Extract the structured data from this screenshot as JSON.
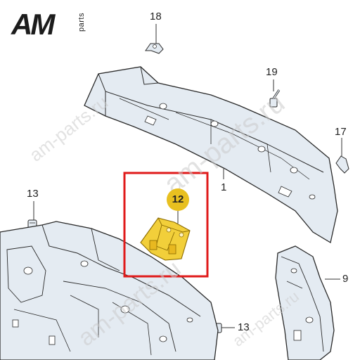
{
  "logo": {
    "brand": "AM",
    "suffix": "parts"
  },
  "callouts": {
    "c1": "1",
    "c9": "9",
    "c12": "12",
    "c13a": "13",
    "c13b": "13",
    "c17": "17",
    "c18": "18",
    "c19": "19"
  },
  "watermarks": {
    "w1": "am-parts.ru",
    "w2": "am-parts.ru",
    "w3": "am-parts.ru",
    "w4": "am-parts.ru"
  },
  "colors": {
    "part_fill": "#e4ebf2",
    "part_stroke": "#2a2a2a",
    "highlight_box": "#e01a1a",
    "highlight_part": "#f2cf3a",
    "badge": "#e8c020"
  }
}
